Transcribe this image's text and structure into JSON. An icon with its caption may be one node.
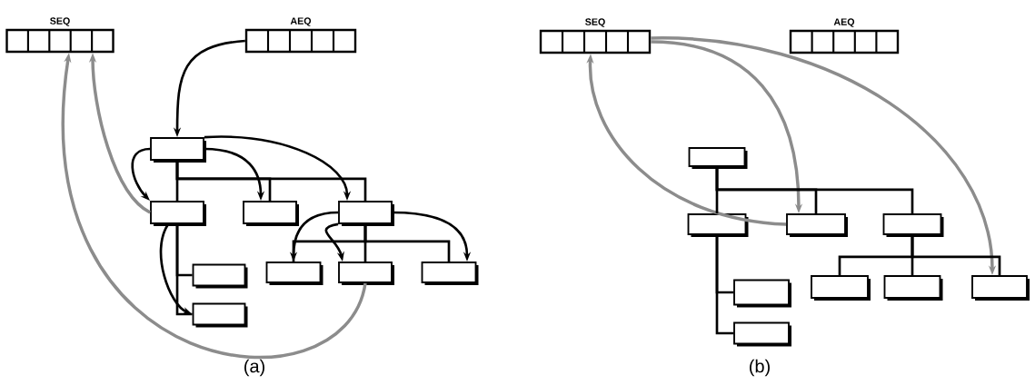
{
  "diagram": {
    "nodes": [
      {
        "text": [
          "SEQ"
        ]
      },
      {
        "text": [
          "AEQ"
        ]
      },
      {
        "text": [],
        "shape": "box"
      },
      {
        "text": [],
        "shape": "box"
      },
      {
        "text": [],
        "shape": "box"
      },
      {
        "text": [],
        "shape": "box"
      },
      {
        "text": [],
        "shape": "box"
      },
      {
        "text": [],
        "shape": "box"
      },
      {
        "text": [],
        "shape": "box"
      },
      {
        "text": [],
        "shape": "box"
      },
      {
        "text": [],
        "shape": "box"
      },
      {
        "text": [
          "SEQ"
        ]
      },
      {
        "text": [
          "AEQ"
        ]
      },
      {
        "text": [],
        "shape": "box"
      },
      {
        "text": [],
        "shape": "box"
      },
      {
        "text": [],
        "shape": "box"
      },
      {
        "text": [],
        "shape": "box"
      },
      {
        "text": [],
        "shape": "box"
      },
      {
        "text": [],
        "shape": "box"
      },
      {
        "text": [],
        "shape": "box"
      },
      {
        "text": [],
        "shape": "box"
      },
      {
        "text": [],
        "shape": "box"
      }
    ],
    "edges": [
      {
        "from": 1,
        "to": 2,
        "arrow": "to"
      },
      {
        "from": 2,
        "to": 3,
        "arrow": "to"
      },
      {
        "from": 2,
        "to": 4,
        "arrow": "to"
      },
      {
        "from": 2,
        "to": 5,
        "arrow": "to"
      },
      {
        "from": 3,
        "to": 7,
        "arrow": "to"
      },
      {
        "from": 5,
        "to": 8,
        "arrow": "to"
      },
      {
        "from": 5,
        "to": 9,
        "arrow": "to"
      },
      {
        "from": 5,
        "to": 10,
        "arrow": "to"
      },
      {
        "from": 3,
        "to": 0,
        "arrow": "to",
        "color": "#8c8c8c"
      },
      {
        "from": 9,
        "to": 0,
        "arrow": "to",
        "color": "#8c8c8c"
      },
      {
        "from": 2,
        "to": 3,
        "arrow": "none"
      },
      {
        "from": 2,
        "to": 4,
        "arrow": "none"
      },
      {
        "from": 2,
        "to": 5,
        "arrow": "none"
      },
      {
        "from": 3,
        "to": 6,
        "arrow": "none"
      },
      {
        "from": 3,
        "to": 7,
        "arrow": "none"
      },
      {
        "from": 5,
        "to": 8,
        "arrow": "none"
      },
      {
        "from": 5,
        "to": 9,
        "arrow": "none"
      },
      {
        "from": 5,
        "to": 10,
        "arrow": "none"
      },
      {
        "from": 11,
        "to": 15,
        "arrow": "to",
        "color": "#8c8c8c"
      },
      {
        "from": 11,
        "to": 21,
        "arrow": "to",
        "color": "#8c8c8c"
      },
      {
        "from": 15,
        "to": 11,
        "arrow": "to",
        "color": "#8c8c8c"
      },
      {
        "from": 13,
        "to": 14,
        "arrow": "none"
      },
      {
        "from": 13,
        "to": 15,
        "arrow": "none"
      },
      {
        "from": 13,
        "to": 16,
        "arrow": "none"
      },
      {
        "from": 14,
        "to": 17,
        "arrow": "none"
      },
      {
        "from": 14,
        "to": 18,
        "arrow": "none"
      },
      {
        "from": 16,
        "to": 19,
        "arrow": "none"
      },
      {
        "from": 16,
        "to": 20,
        "arrow": "none"
      },
      {
        "from": 16,
        "to": 21,
        "arrow": "none"
      }
    ],
    "labels": [
      "(a)",
      "(b)"
    ]
  }
}
